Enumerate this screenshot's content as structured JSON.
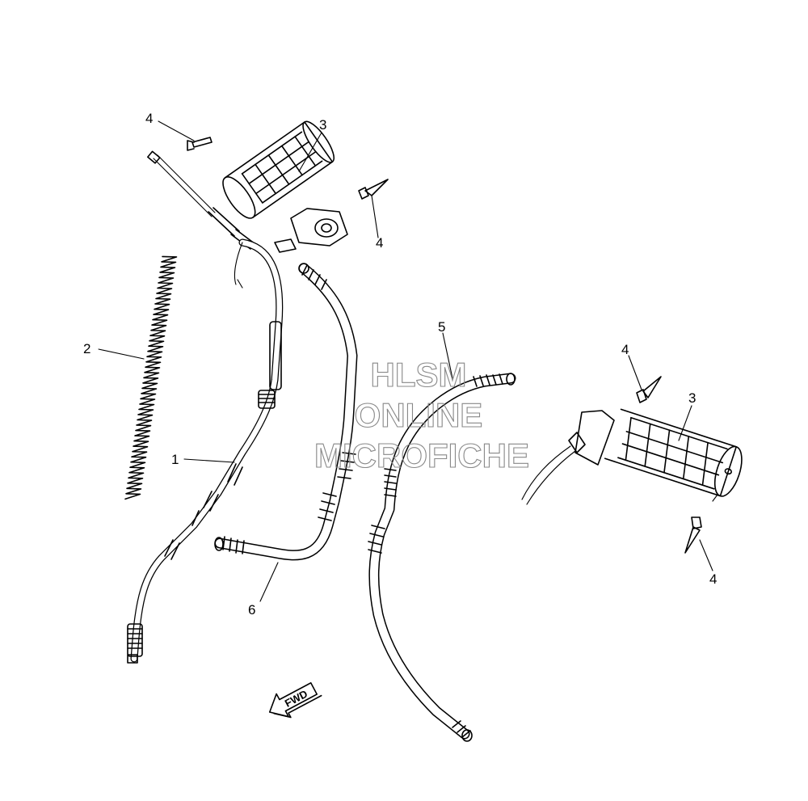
{
  "callouts": {
    "c1": "1",
    "c2": "2",
    "c3_left": "3",
    "c3_right": "3",
    "c4_top_left": "4",
    "c4_mid_left": "4",
    "c4_top_right": "4",
    "c4_bottom_right": "4",
    "c5": "5",
    "c6": "6"
  },
  "watermark": {
    "line1": "HLSM",
    "line2": "ONLINE",
    "line3": "MICROFICHE"
  },
  "direction_marker": "FWD",
  "colors": {
    "line": "#000000",
    "background": "#ffffff",
    "watermark": "#888888"
  }
}
